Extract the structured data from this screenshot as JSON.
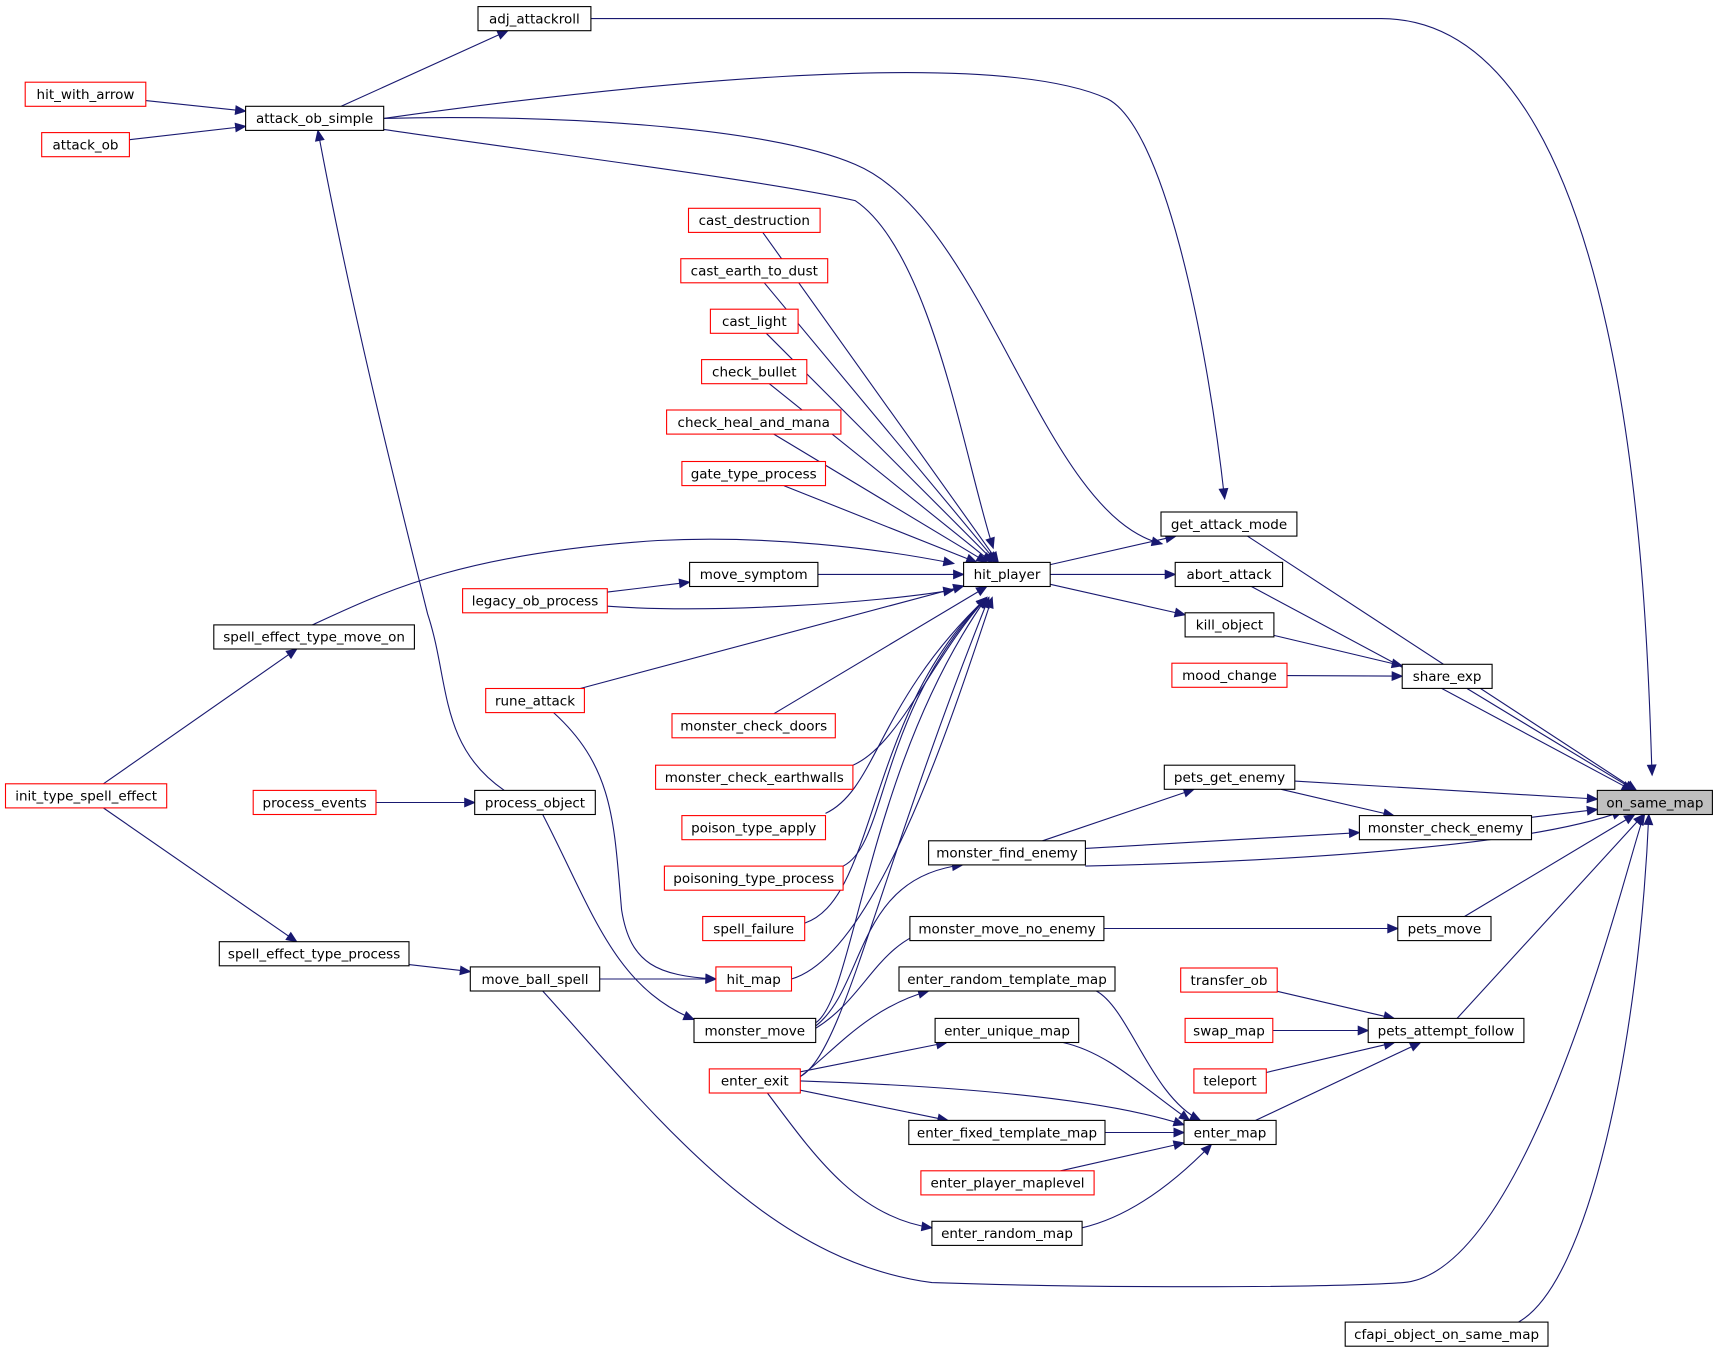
{
  "colors": {
    "edge": "#191970",
    "border_normal": "#000000",
    "border_truncated": "#ff0000",
    "root_fill": "#bfbfbf"
  },
  "nodes": [
    {
      "id": "adj_attackroll",
      "label": "adj_attackroll",
      "style": "normal"
    },
    {
      "id": "hit_with_arrow",
      "label": "hit_with_arrow",
      "style": "truncated"
    },
    {
      "id": "attack_ob_simple",
      "label": "attack_ob_simple",
      "style": "normal"
    },
    {
      "id": "attack_ob",
      "label": "attack_ob",
      "style": "truncated"
    },
    {
      "id": "cast_destruction",
      "label": "cast_destruction",
      "style": "truncated"
    },
    {
      "id": "cast_earth_to_dust",
      "label": "cast_earth_to_dust",
      "style": "truncated"
    },
    {
      "id": "cast_light",
      "label": "cast_light",
      "style": "truncated"
    },
    {
      "id": "check_bullet",
      "label": "check_bullet",
      "style": "truncated"
    },
    {
      "id": "check_heal_and_mana",
      "label": "check_heal_and_mana",
      "style": "truncated"
    },
    {
      "id": "gate_type_process",
      "label": "gate_type_process",
      "style": "truncated"
    },
    {
      "id": "get_attack_mode",
      "label": "get_attack_mode",
      "style": "normal"
    },
    {
      "id": "move_symptom",
      "label": "move_symptom",
      "style": "normal"
    },
    {
      "id": "hit_player",
      "label": "hit_player",
      "style": "normal"
    },
    {
      "id": "abort_attack",
      "label": "abort_attack",
      "style": "normal"
    },
    {
      "id": "legacy_ob_process",
      "label": "legacy_ob_process",
      "style": "truncated"
    },
    {
      "id": "kill_object",
      "label": "kill_object",
      "style": "normal"
    },
    {
      "id": "spell_effect_type_move_on",
      "label": "spell_effect_type_move_on",
      "style": "normal"
    },
    {
      "id": "mood_change",
      "label": "mood_change",
      "style": "truncated"
    },
    {
      "id": "share_exp",
      "label": "share_exp",
      "style": "normal"
    },
    {
      "id": "rune_attack",
      "label": "rune_attack",
      "style": "truncated"
    },
    {
      "id": "monster_check_doors",
      "label": "monster_check_doors",
      "style": "truncated"
    },
    {
      "id": "monster_check_earthwalls",
      "label": "monster_check_earthwalls",
      "style": "truncated"
    },
    {
      "id": "pets_get_enemy",
      "label": "pets_get_enemy",
      "style": "normal"
    },
    {
      "id": "init_type_spell_effect",
      "label": "init_type_spell_effect",
      "style": "truncated"
    },
    {
      "id": "process_events",
      "label": "process_events",
      "style": "truncated"
    },
    {
      "id": "process_object",
      "label": "process_object",
      "style": "normal"
    },
    {
      "id": "on_same_map",
      "label": "on_same_map",
      "style": "root"
    },
    {
      "id": "poison_type_apply",
      "label": "poison_type_apply",
      "style": "truncated"
    },
    {
      "id": "monster_check_enemy",
      "label": "monster_check_enemy",
      "style": "normal"
    },
    {
      "id": "monster_find_enemy",
      "label": "monster_find_enemy",
      "style": "normal"
    },
    {
      "id": "poisoning_type_process",
      "label": "poisoning_type_process",
      "style": "truncated"
    },
    {
      "id": "spell_failure",
      "label": "spell_failure",
      "style": "truncated"
    },
    {
      "id": "monster_move_no_enemy",
      "label": "monster_move_no_enemy",
      "style": "normal"
    },
    {
      "id": "pets_move",
      "label": "pets_move",
      "style": "normal"
    },
    {
      "id": "spell_effect_type_process",
      "label": "spell_effect_type_process",
      "style": "normal"
    },
    {
      "id": "move_ball_spell",
      "label": "move_ball_spell",
      "style": "normal"
    },
    {
      "id": "hit_map",
      "label": "hit_map",
      "style": "truncated"
    },
    {
      "id": "enter_random_template_map",
      "label": "enter_random_template_map",
      "style": "normal"
    },
    {
      "id": "transfer_ob",
      "label": "transfer_ob",
      "style": "truncated"
    },
    {
      "id": "monster_move",
      "label": "monster_move",
      "style": "normal"
    },
    {
      "id": "enter_unique_map",
      "label": "enter_unique_map",
      "style": "normal"
    },
    {
      "id": "swap_map",
      "label": "swap_map",
      "style": "truncated"
    },
    {
      "id": "pets_attempt_follow",
      "label": "pets_attempt_follow",
      "style": "normal"
    },
    {
      "id": "enter_exit",
      "label": "enter_exit",
      "style": "truncated"
    },
    {
      "id": "teleport",
      "label": "teleport",
      "style": "truncated"
    },
    {
      "id": "enter_fixed_template_map",
      "label": "enter_fixed_template_map",
      "style": "normal"
    },
    {
      "id": "enter_map",
      "label": "enter_map",
      "style": "normal"
    },
    {
      "id": "enter_player_maplevel",
      "label": "enter_player_maplevel",
      "style": "truncated"
    },
    {
      "id": "enter_random_map",
      "label": "enter_random_map",
      "style": "normal"
    },
    {
      "id": "cfapi_object_on_same_map",
      "label": "cfapi_object_on_same_map",
      "style": "normal"
    }
  ],
  "edges": [
    {
      "from": "adj_attackroll",
      "to": "on_same_map"
    },
    {
      "from": "attack_ob_simple",
      "to": "adj_attackroll"
    },
    {
      "from": "hit_with_arrow",
      "to": "attack_ob_simple"
    },
    {
      "from": "attack_ob",
      "to": "attack_ob_simple"
    },
    {
      "from": "process_object",
      "to": "attack_ob_simple"
    },
    {
      "from": "attack_ob_simple",
      "to": "get_attack_mode"
    },
    {
      "from": "attack_ob_simple",
      "to": "abort_attack"
    },
    {
      "from": "attack_ob_simple",
      "to": "hit_player"
    },
    {
      "from": "cast_destruction",
      "to": "hit_player"
    },
    {
      "from": "cast_earth_to_dust",
      "to": "hit_player"
    },
    {
      "from": "cast_light",
      "to": "hit_player"
    },
    {
      "from": "check_bullet",
      "to": "hit_player"
    },
    {
      "from": "check_heal_and_mana",
      "to": "hit_player"
    },
    {
      "from": "gate_type_process",
      "to": "hit_player"
    },
    {
      "from": "spell_effect_type_move_on",
      "to": "hit_player"
    },
    {
      "from": "move_symptom",
      "to": "hit_player"
    },
    {
      "from": "legacy_ob_process",
      "to": "hit_player"
    },
    {
      "from": "legacy_ob_process",
      "to": "move_symptom"
    },
    {
      "from": "rune_attack",
      "to": "hit_player"
    },
    {
      "from": "monster_check_doors",
      "to": "hit_player"
    },
    {
      "from": "monster_check_earthwalls",
      "to": "hit_player"
    },
    {
      "from": "poison_type_apply",
      "to": "hit_player"
    },
    {
      "from": "poisoning_type_process",
      "to": "hit_player"
    },
    {
      "from": "spell_failure",
      "to": "hit_player"
    },
    {
      "from": "hit_map",
      "to": "hit_player"
    },
    {
      "from": "monster_move",
      "to": "hit_player"
    },
    {
      "from": "enter_exit",
      "to": "hit_player"
    },
    {
      "from": "hit_player",
      "to": "get_attack_mode"
    },
    {
      "from": "hit_player",
      "to": "abort_attack"
    },
    {
      "from": "hit_player",
      "to": "kill_object"
    },
    {
      "from": "get_attack_mode",
      "to": "on_same_map"
    },
    {
      "from": "abort_attack",
      "to": "on_same_map"
    },
    {
      "from": "kill_object",
      "to": "share_exp"
    },
    {
      "from": "mood_change",
      "to": "share_exp"
    },
    {
      "from": "share_exp",
      "to": "on_same_map"
    },
    {
      "from": "init_type_spell_effect",
      "to": "spell_effect_type_move_on"
    },
    {
      "from": "init_type_spell_effect",
      "to": "spell_effect_type_process"
    },
    {
      "from": "process_events",
      "to": "process_object"
    },
    {
      "from": "process_object",
      "to": "monster_move"
    },
    {
      "from": "spell_effect_type_process",
      "to": "move_ball_spell"
    },
    {
      "from": "move_ball_spell",
      "to": "hit_map"
    },
    {
      "from": "move_ball_spell",
      "to": "on_same_map"
    },
    {
      "from": "rune_attack",
      "to": "hit_map"
    },
    {
      "from": "monster_move",
      "to": "monster_find_enemy"
    },
    {
      "from": "monster_move",
      "to": "monster_move_no_enemy"
    },
    {
      "from": "monster_find_enemy",
      "to": "pets_get_enemy"
    },
    {
      "from": "monster_find_enemy",
      "to": "monster_check_enemy"
    },
    {
      "from": "monster_find_enemy",
      "to": "on_same_map"
    },
    {
      "from": "pets_get_enemy",
      "to": "monster_check_enemy"
    },
    {
      "from": "pets_get_enemy",
      "to": "on_same_map"
    },
    {
      "from": "monster_check_enemy",
      "to": "on_same_map"
    },
    {
      "from": "monster_move_no_enemy",
      "to": "pets_move"
    },
    {
      "from": "pets_move",
      "to": "on_same_map"
    },
    {
      "from": "transfer_ob",
      "to": "pets_attempt_follow"
    },
    {
      "from": "swap_map",
      "to": "pets_attempt_follow"
    },
    {
      "from": "teleport",
      "to": "pets_attempt_follow"
    },
    {
      "from": "enter_map",
      "to": "pets_attempt_follow"
    },
    {
      "from": "pets_attempt_follow",
      "to": "on_same_map"
    },
    {
      "from": "enter_exit",
      "to": "enter_random_template_map"
    },
    {
      "from": "enter_exit",
      "to": "enter_unique_map"
    },
    {
      "from": "enter_exit",
      "to": "enter_fixed_template_map"
    },
    {
      "from": "enter_exit",
      "to": "enter_random_map"
    },
    {
      "from": "enter_exit",
      "to": "enter_map"
    },
    {
      "from": "enter_random_template_map",
      "to": "enter_map"
    },
    {
      "from": "enter_unique_map",
      "to": "enter_map"
    },
    {
      "from": "enter_fixed_template_map",
      "to": "enter_map"
    },
    {
      "from": "enter_player_maplevel",
      "to": "enter_map"
    },
    {
      "from": "enter_random_map",
      "to": "enter_map"
    },
    {
      "from": "cfapi_object_on_same_map",
      "to": "on_same_map"
    }
  ]
}
